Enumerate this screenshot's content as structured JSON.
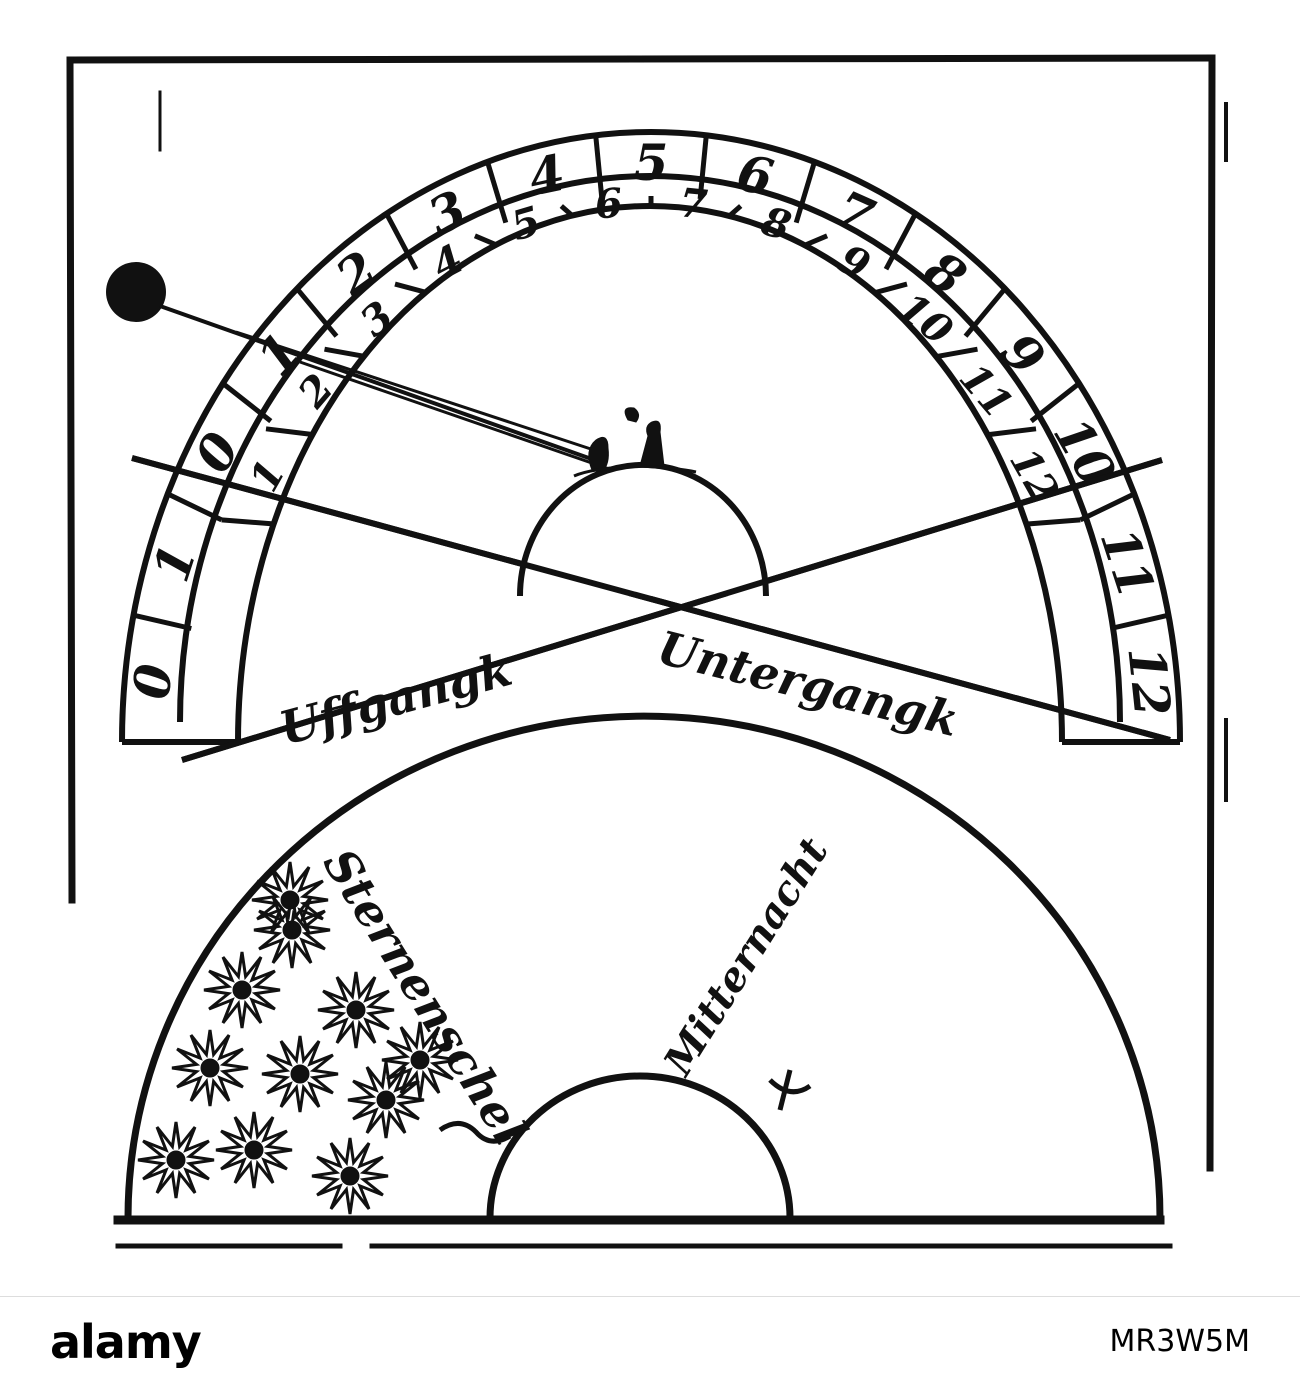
{
  "diagram": {
    "outer_ring_labels": [
      "0",
      "1",
      "0",
      "1",
      "2",
      "3",
      "4",
      "5",
      "6",
      "7",
      "8",
      "9",
      "10",
      "11",
      "12"
    ],
    "inner_ring_labels": [
      "1",
      "2",
      "3",
      "4",
      "5",
      "6",
      "7",
      "8",
      "9",
      "10",
      "11",
      "12"
    ],
    "upper_caption_left": "Uffgangk",
    "upper_caption_right": "Untergangk",
    "lower_script_left": "Sternenschel",
    "lower_script_right": "Mitternacht",
    "star_count": 11,
    "colors": {
      "ink": "#111111",
      "paper": "#ffffff"
    }
  },
  "watermark": {
    "logo": "alamy",
    "image_id": "MR3W5M",
    "bar_color": "#ffffff",
    "text_color": "#000000"
  }
}
